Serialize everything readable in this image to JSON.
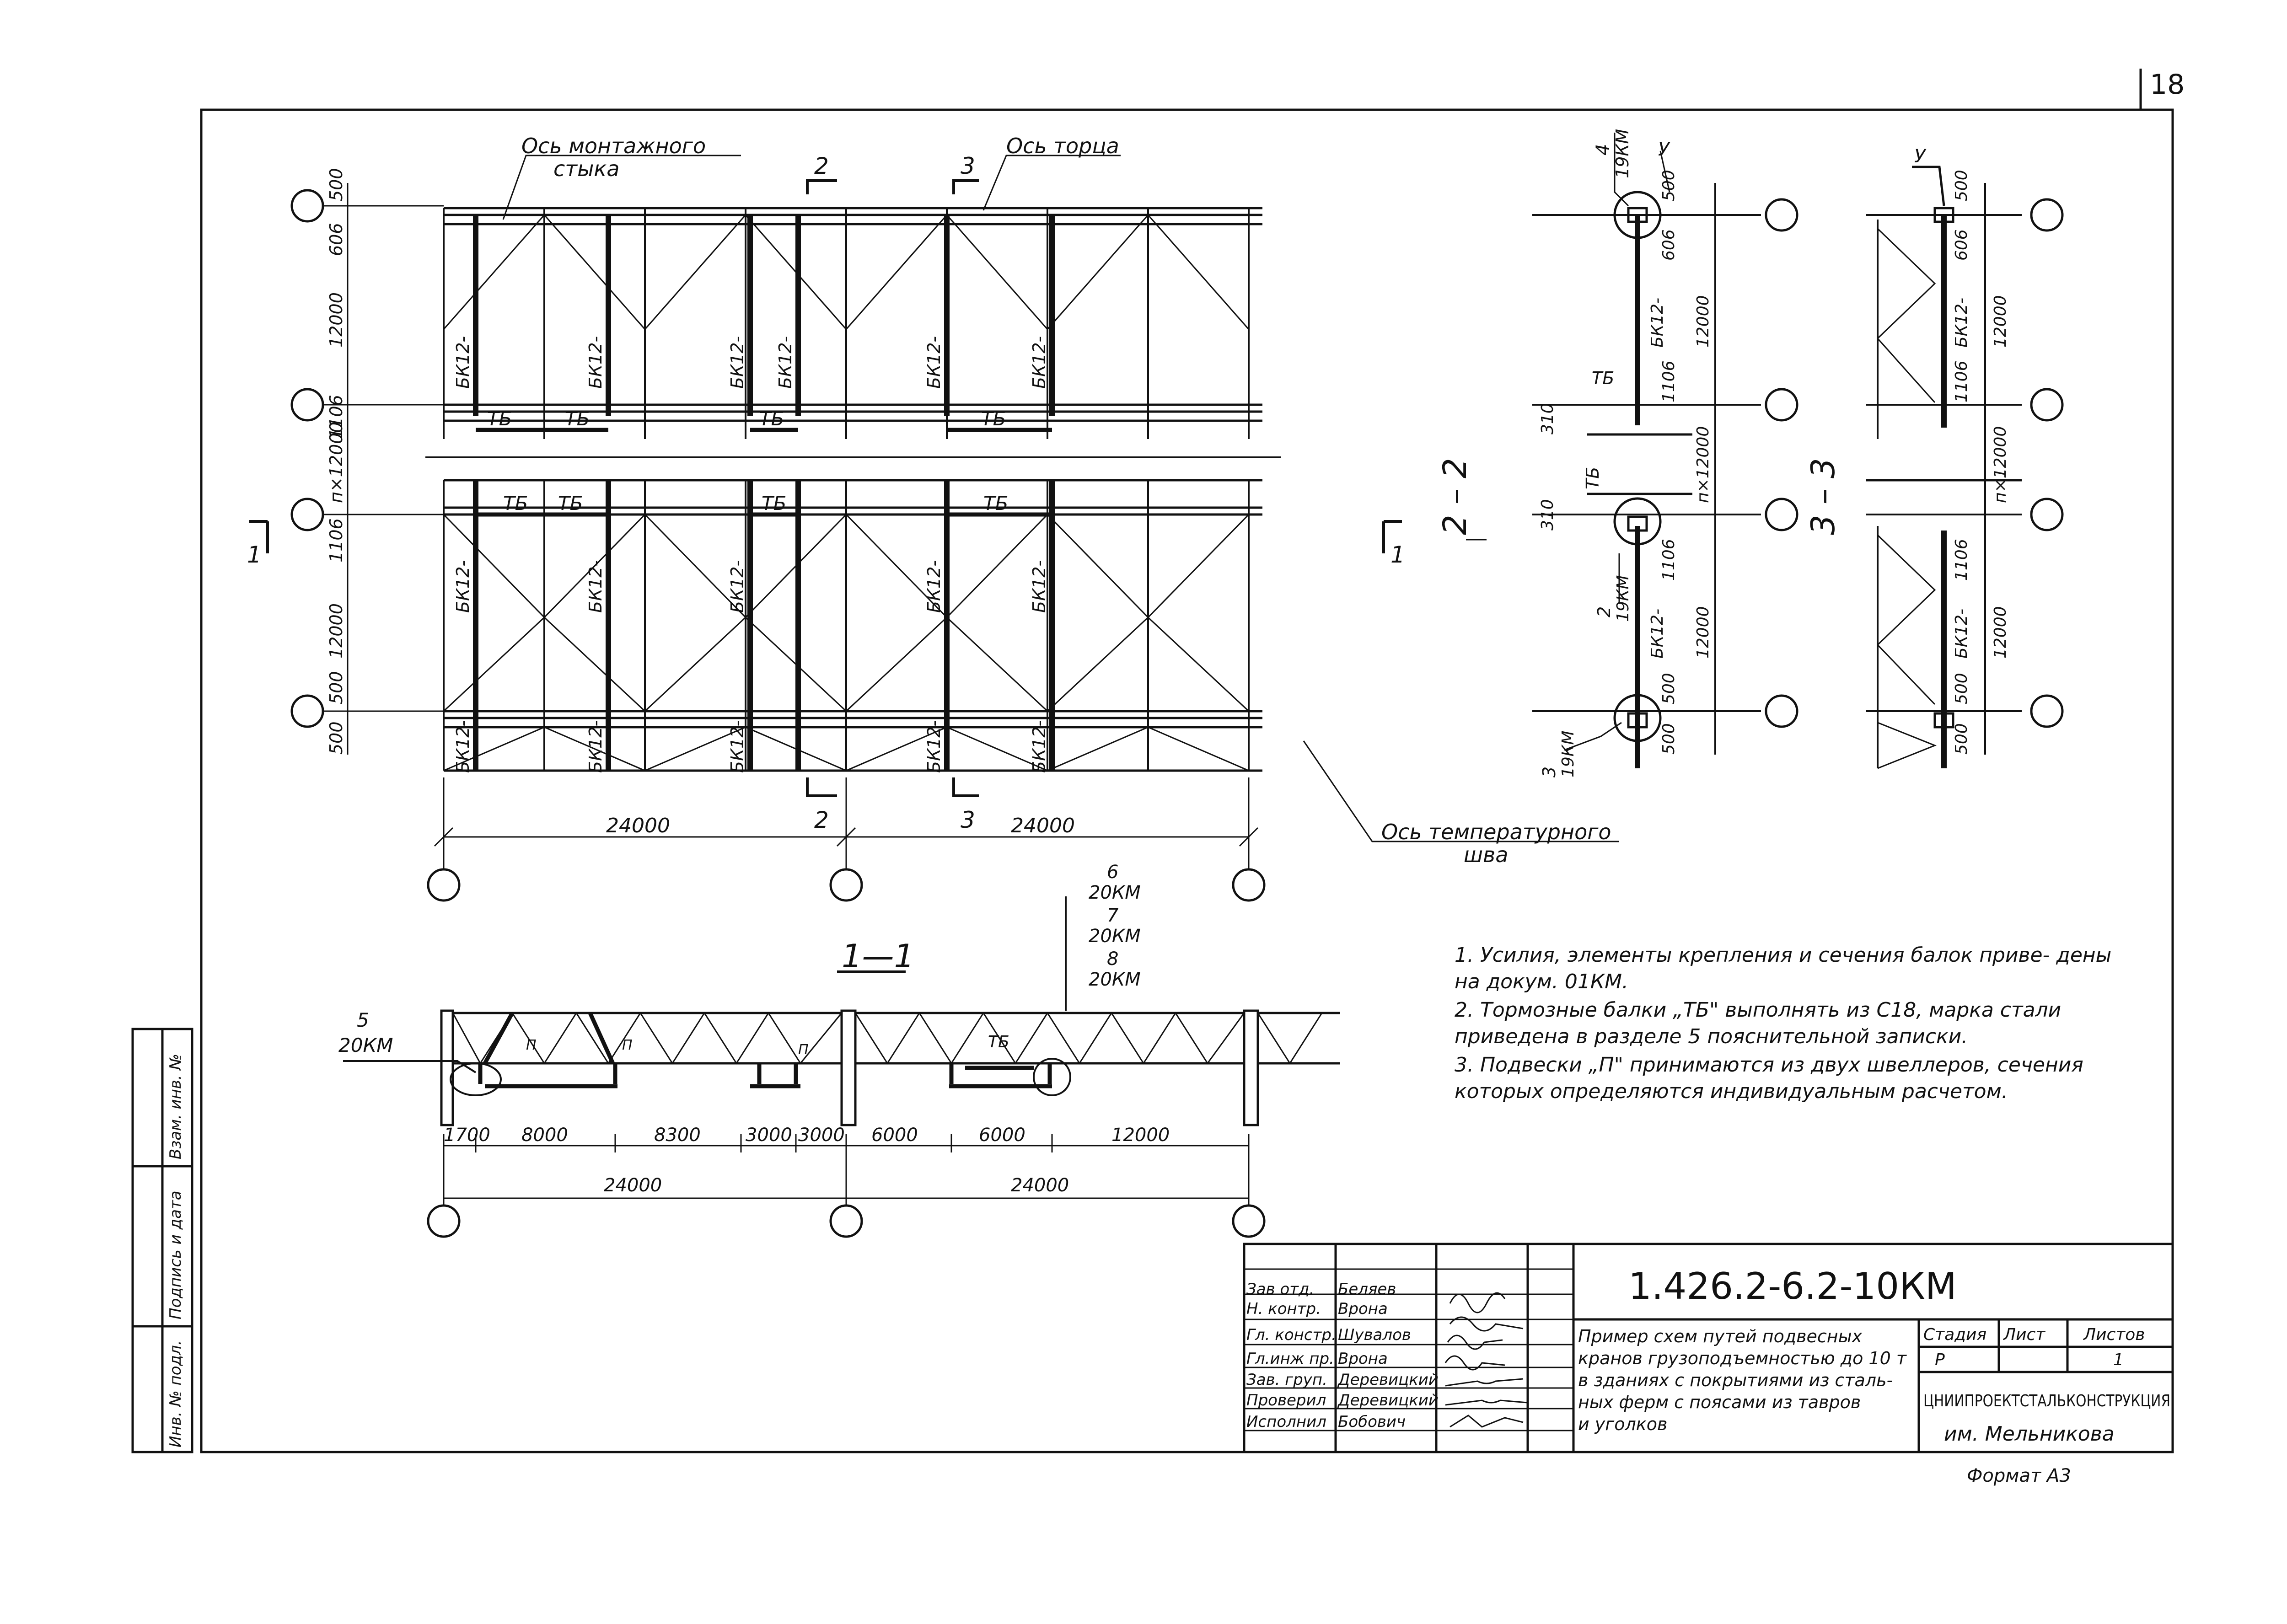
{
  "sheet_number": "18",
  "labels": {
    "mount_axis": "Ось монтажного",
    "mount_axis_2": "стыка",
    "end_axis": "Ось торца",
    "temp_axis": "Ось температурного",
    "temp_axis_2": "шва",
    "beam": "БК12-",
    "brake": "ТБ",
    "p": "П",
    "u": "У",
    "cut2": "2",
    "cut3": "3",
    "cut1": "1"
  },
  "dims": {
    "d500": "500",
    "d606": "606",
    "d12000": "12000",
    "d1106": "1106",
    "d310": "310",
    "dn12000": "п×12000",
    "d24000": "24000",
    "s1700": "1700",
    "s8000": "8000",
    "s8300": "8300",
    "s3000": "3000",
    "s6000": "6000",
    "s12000": "12000"
  },
  "sections": {
    "s22": "2 – 2",
    "s33": "3 – 3",
    "s11": "1—1"
  },
  "refs": {
    "r4": "4",
    "r19km": "19КМ",
    "r2": "2",
    "r3": "3",
    "r5": "5",
    "r6": "6",
    "r7": "7",
    "r8": "8",
    "r20km": "20КМ"
  },
  "notes": [
    "1. Усилия, элементы крепления и сечения балок приве- дены на докум. 01КМ.",
    "2. Тормозные балки „ТБ\" выполнять из С18, марка стали приведена в разделе 5 пояснительной записки.",
    "3. Подвески „П\" принимаются из двух швеллеров, сечения которых определяются индивидуальным расчетом."
  ],
  "side_stamp": {
    "c1": "Взам. инв. №",
    "c2": "Подпись и дата",
    "c3": "Инв. № подл."
  },
  "title_block": {
    "doc_code": "1.426.2-6.2-10КМ",
    "roles": [
      "Зав отд.",
      "Н. контр.",
      "Гл. констр.",
      "Гл.инж пр.",
      "Зав. груп.",
      "Проверил",
      "Исполнил"
    ],
    "names": [
      "Беляев",
      "Врона",
      "Шувалов",
      "Врона",
      "Деревицкий",
      "Деревицкий",
      "Бобович"
    ],
    "desc": [
      "Пример схем путей подвесных",
      "кранов грузоподъемностью до 10 т",
      "в зданиях с покрытиями из сталь-",
      "ных ферм с поясами из тавров",
      "и уголков"
    ],
    "stage_label": "Стадия",
    "sheet_label": "Лист",
    "sheets_label": "Листов",
    "stage": "Р",
    "sheets": "1",
    "org": "ЦНИИПРОЕКТСТАЛЬКОНСТРУКЦИЯ",
    "org2": "им. Мельникова",
    "format": "Формат А3"
  }
}
